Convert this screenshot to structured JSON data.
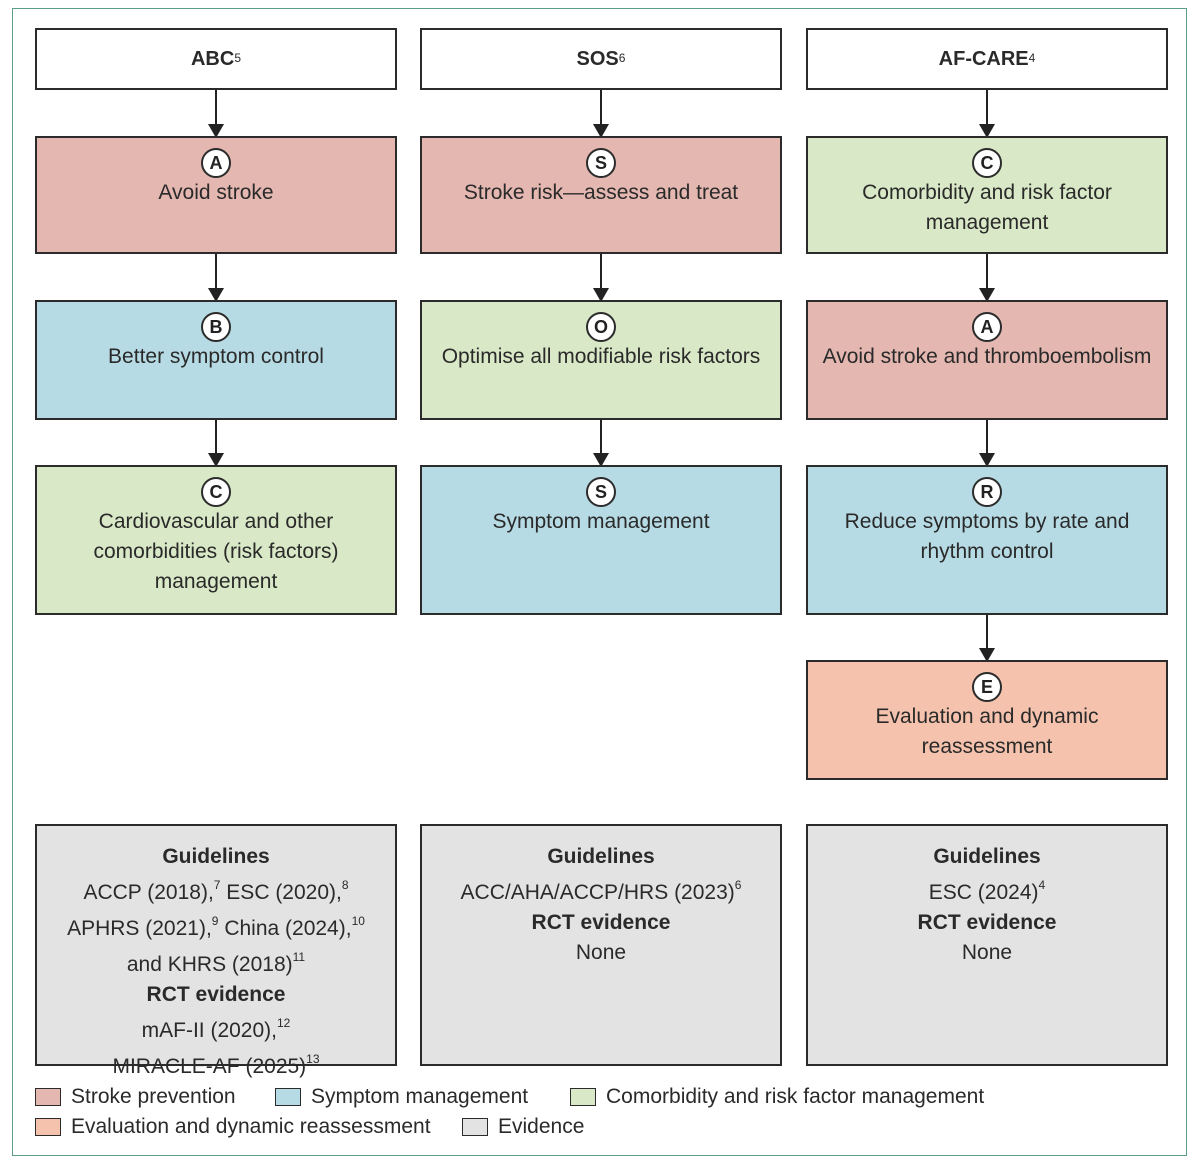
{
  "columns": [
    {
      "header": {
        "label": "ABC",
        "ref": "5"
      },
      "steps": [
        {
          "letter": "A",
          "text": "Avoid stroke",
          "category": "stroke"
        },
        {
          "letter": "B",
          "text": "Better symptom control",
          "category": "symptom"
        },
        {
          "letter": "C",
          "text": "Cardiovascular and other comorbidities (risk factors) management",
          "category": "comorbidity"
        }
      ],
      "evidence": {
        "guidelines_title": "Guidelines",
        "guidelines_lines": [
          {
            "parts": [
              {
                "t": "ACCP (2018),"
              },
              {
                "sup": "7"
              },
              {
                "t": " ESC (2020),"
              },
              {
                "sup": "8"
              }
            ]
          },
          {
            "parts": [
              {
                "t": "APHRS (2021),"
              },
              {
                "sup": "9"
              },
              {
                "t": " China (2024),"
              },
              {
                "sup": "10"
              }
            ]
          },
          {
            "parts": [
              {
                "t": "and KHRS (2018)"
              },
              {
                "sup": "11"
              }
            ]
          }
        ],
        "rct_title": "RCT evidence",
        "rct_lines": [
          {
            "parts": [
              {
                "t": "mAF-II (2020),"
              },
              {
                "sup": "12"
              }
            ]
          },
          {
            "parts": [
              {
                "t": "MIRACLE-AF (2025)"
              },
              {
                "sup": "13"
              }
            ]
          }
        ]
      }
    },
    {
      "header": {
        "label": "SOS",
        "ref": "6"
      },
      "steps": [
        {
          "letter": "S",
          "text": "Stroke risk—assess and treat",
          "category": "stroke"
        },
        {
          "letter": "O",
          "text": "Optimise all modifiable risk factors",
          "category": "comorbidity"
        },
        {
          "letter": "S",
          "text": "Symptom management",
          "category": "symptom"
        }
      ],
      "evidence": {
        "guidelines_title": "Guidelines",
        "guidelines_lines": [
          {
            "parts": [
              {
                "t": "ACC/AHA/ACCP/HRS (2023)"
              },
              {
                "sup": "6"
              }
            ]
          }
        ],
        "rct_title": "RCT evidence",
        "rct_lines": [
          {
            "parts": [
              {
                "t": "None"
              }
            ]
          }
        ]
      }
    },
    {
      "header": {
        "label": "AF-CARE",
        "ref": "4"
      },
      "steps": [
        {
          "letter": "C",
          "text": "Comorbidity and risk factor management",
          "category": "comorbidity"
        },
        {
          "letter": "A",
          "text": "Avoid stroke and thromboembolism",
          "category": "stroke"
        },
        {
          "letter": "R",
          "text": "Reduce symptoms by rate and rhythm control",
          "category": "symptom"
        },
        {
          "letter": "E",
          "text": "Evaluation and dynamic reassessment",
          "category": "evaluation"
        }
      ],
      "evidence": {
        "guidelines_title": "Guidelines",
        "guidelines_lines": [
          {
            "parts": [
              {
                "t": "ESC (2024)"
              },
              {
                "sup": "4"
              }
            ]
          }
        ],
        "rct_title": "RCT evidence",
        "rct_lines": [
          {
            "parts": [
              {
                "t": "None"
              }
            ]
          }
        ]
      }
    }
  ],
  "legend": [
    {
      "label": "Stroke prevention",
      "category": "stroke"
    },
    {
      "label": "Symptom management",
      "category": "symptom"
    },
    {
      "label": "Comorbidity and risk factor management",
      "category": "comorbidity"
    },
    {
      "label": "Evaluation and dynamic reassessment",
      "category": "evaluation"
    },
    {
      "label": "Evidence",
      "category": "evidence"
    }
  ],
  "colors": {
    "stroke": "#e4b7b1",
    "symptom": "#b7dbe4",
    "comorbidity": "#d9e8c6",
    "evaluation": "#f5c3ad",
    "evidence": "#e3e3e3",
    "frame": "#5d9f86"
  }
}
